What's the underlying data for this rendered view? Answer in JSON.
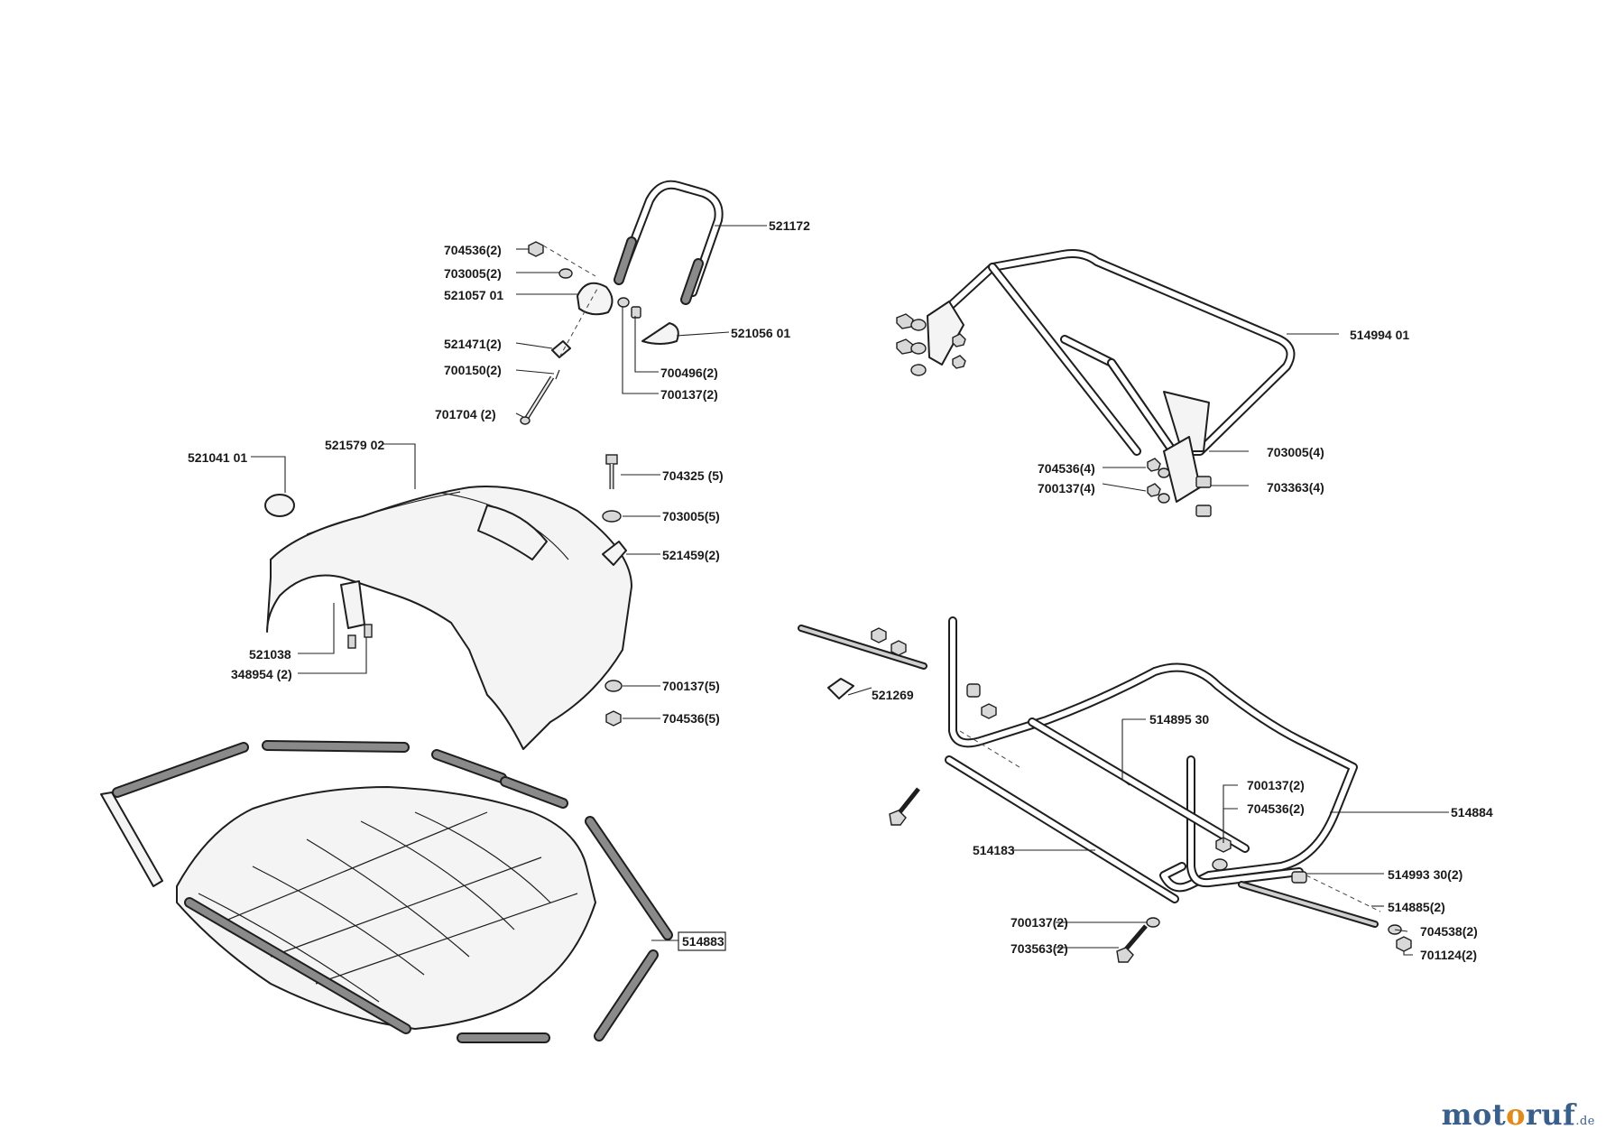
{
  "labels": {
    "p521172": "521172",
    "p704536_2": "704536(2)",
    "p703005_2": "703005(2)",
    "p521057_01": "521057 01",
    "p521056_01": "521056 01",
    "p521471_2": "521471(2)",
    "p700150_2": "700150(2)",
    "p700496_2": "700496(2)",
    "p700137_2a": "700137(2)",
    "p701704_2": "701704 (2)",
    "p521041_01": "521041  01",
    "p521579_02": "521579 02",
    "p704325_5": "704325 (5)",
    "p703005_5": "703005(5)",
    "p521459_2": "521459(2)",
    "p521038": "521038",
    "p348954_2": "348954 (2)",
    "p700137_5": "700137(5)",
    "p704536_5": "704536(5)",
    "p514883": "514883",
    "p514994_01": "514994 01",
    "p704536_4": "704536(4)",
    "p700137_4": "700137(4)",
    "p703005_4": "703005(4)",
    "p703363_4": "703363(4)",
    "p521269": "521269",
    "p514895_30": "514895 30",
    "p700137_2b": "700137(2)",
    "p704536_2b": "704536(2)",
    "p514884": "514884",
    "p514183": "514183",
    "p514993_30_2": "514993 30(2)",
    "p514885_2": "514885(2)",
    "p700137_2c": "700137(2)",
    "p704538_2": "704538(2)",
    "p703563_2": "703563(2)",
    "p701124_2": "701124(2)"
  },
  "watermark": {
    "part1": "mot",
    "part2": "o",
    "part3": "ruf",
    "tld": ".de"
  },
  "colors": {
    "line": "#1e1e1e",
    "grip": "#8a8a8a",
    "brand_blue": "#3a5f8a",
    "brand_orange": "#e28a1a"
  }
}
